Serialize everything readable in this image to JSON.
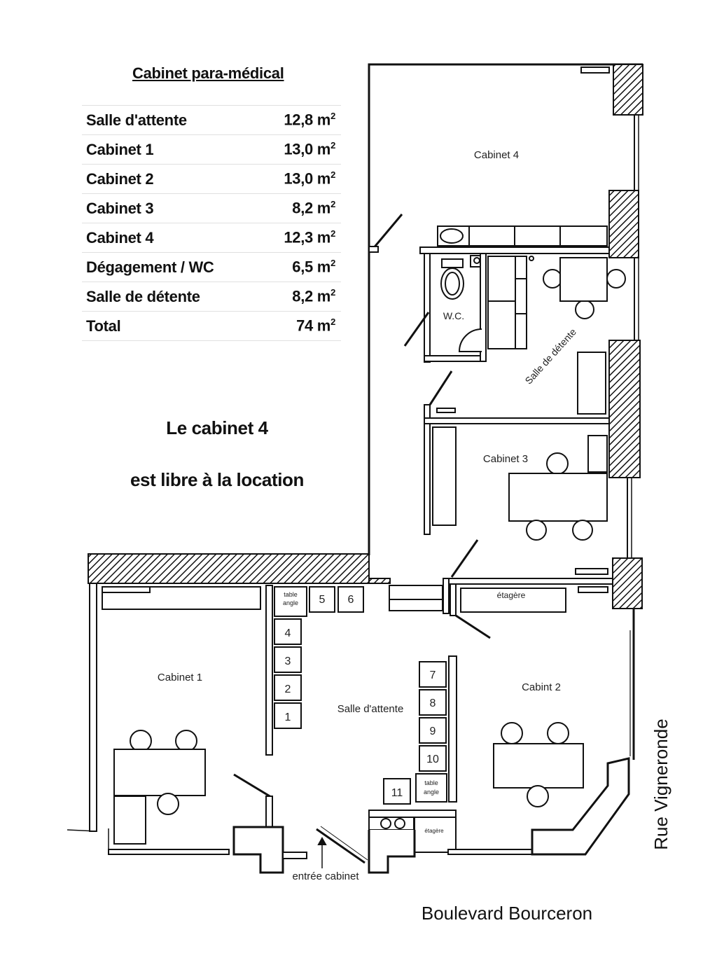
{
  "title": "Cabinet para-médical",
  "areas": [
    {
      "room": "Salle d'attente",
      "area": "12,8 m",
      "sup": "2"
    },
    {
      "room": "Cabinet 1",
      "area": "13,0 m",
      "sup": "2"
    },
    {
      "room": "Cabinet 2",
      "area": "13,0 m",
      "sup": "2"
    },
    {
      "room": "Cabinet 3",
      "area": "8,2 m",
      "sup": "2"
    },
    {
      "room": "Cabinet 4",
      "area": "12,3 m",
      "sup": "2"
    },
    {
      "room": "Dégagement / WC",
      "area": "6,5 m",
      "sup": "2"
    },
    {
      "room": "Salle de détente",
      "area": "8,2 m",
      "sup": "2"
    },
    {
      "room": "Total",
      "area": "74 m",
      "sup": "2"
    }
  ],
  "message": {
    "line1": "Le cabinet 4",
    "line2": "est libre à la location"
  },
  "rooms": {
    "cabinet4": "Cabinet 4",
    "wc": "W.C.",
    "detente": "Salle de détente",
    "cabinet3": "Cabinet 3",
    "cabinet1": "Cabinet 1",
    "attente": "Salle d'attente",
    "cabinet2": "Cabint 2"
  },
  "furniture": {
    "table_angle": [
      "table",
      "angle"
    ],
    "etagere": "étagère",
    "etagere_small": "étagère",
    "seats": [
      "1",
      "2",
      "3",
      "4",
      "5",
      "6",
      "7",
      "8",
      "9",
      "10",
      "11"
    ]
  },
  "entrance": "entrée cabinet",
  "streets": {
    "boulevard": "Boulevard  Bourceron",
    "rue": "Rue  Vigneronde"
  }
}
